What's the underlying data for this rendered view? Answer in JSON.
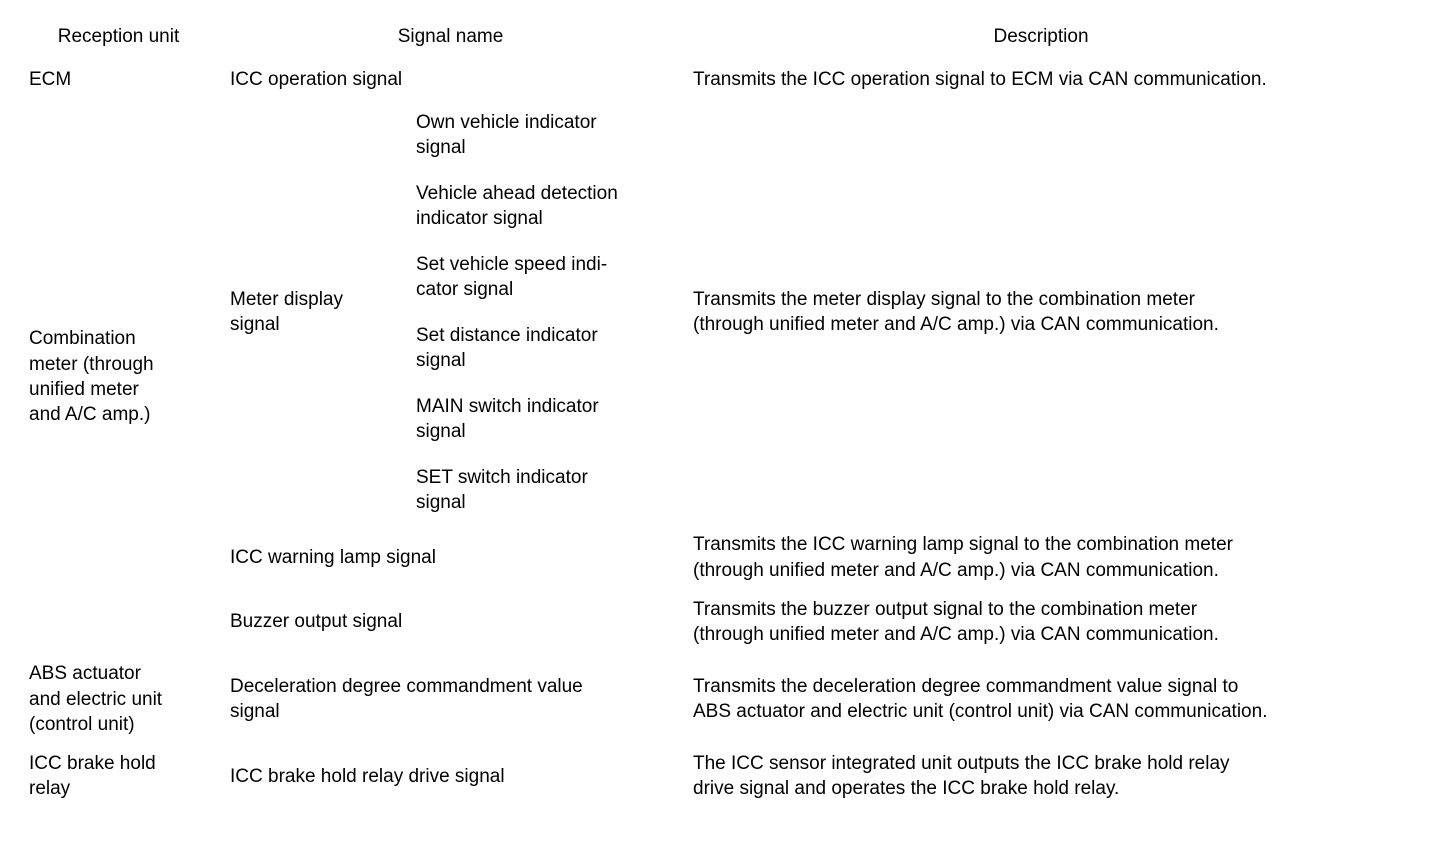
{
  "table": {
    "headers": {
      "reception_unit": "Reception unit",
      "signal_name": "Signal name",
      "description": "Description"
    },
    "rows": [
      {
        "unit": "ECM",
        "signal": "ICC operation signal",
        "description": "Transmits the ICC operation signal to ECM via CAN communication."
      },
      {
        "unit": "Combination\nmeter (through\nunified meter\nand A/C amp.)",
        "signal_group": "Meter display\nsignal",
        "sub_signals": [
          "Own vehicle indicator\nsignal",
          "Vehicle ahead detection\nindicator signal",
          "Set vehicle speed indi-\ncator signal",
          "Set distance indicator\nsignal",
          "MAIN switch indicator\nsignal",
          "SET switch indicator\nsignal"
        ],
        "description": "Transmits the meter display signal to the combination meter\n(through unified meter and A/C amp.) via CAN communication."
      },
      {
        "signal": "ICC warning lamp signal",
        "description": "Transmits the ICC warning lamp signal to the combination meter\n(through unified meter and A/C amp.) via CAN communication."
      },
      {
        "signal": "Buzzer output signal",
        "description": "Transmits the buzzer output signal to the combination meter\n(through unified meter and A/C amp.) via CAN communication."
      },
      {
        "unit": "ABS actuator\nand electric unit\n(control unit)",
        "signal": "Deceleration degree commandment value\nsignal",
        "description": "Transmits the deceleration degree commandment value signal to\nABS actuator and electric unit (control unit) via CAN communication."
      },
      {
        "unit": "ICC brake hold\nrelay",
        "signal": "ICC brake hold relay drive signal",
        "description": "The ICC sensor integrated unit outputs the ICC brake hold relay\ndrive signal and operates the ICC brake hold relay."
      }
    ]
  }
}
